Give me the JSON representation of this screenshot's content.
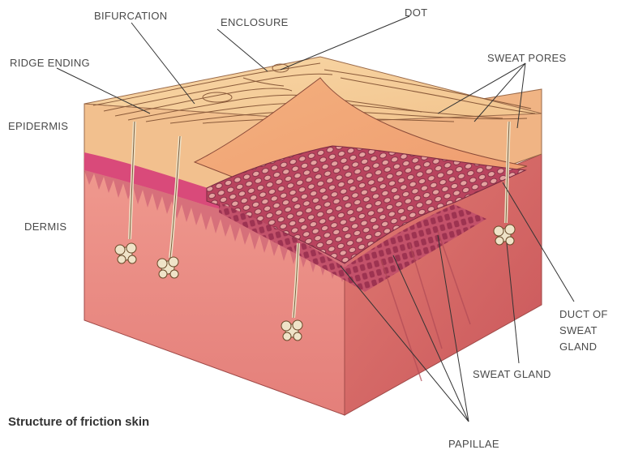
{
  "labels": {
    "bifurcation": "BIFURCATION",
    "enclosure": "ENCLOSURE",
    "dot": "DOT",
    "ridge_ending": "RIDGE ENDING",
    "sweat_pores": "SWEAT PORES",
    "epidermis": "EPIDERMIS",
    "dermis": "DERMIS",
    "duct_line1": "DUCT OF",
    "duct_line2": "SWEAT",
    "duct_line3": "GLAND",
    "sweat_gland": "SWEAT GLAND",
    "papillae": "PAPILLAE"
  },
  "caption": "Structure of friction skin",
  "colors": {
    "epidermis_top": "#f6cf9c",
    "epidermis_side": "#f0b88a",
    "dermis_front": "#e98c86",
    "dermis_side": "#d9645f",
    "papillae_band": "#d84a78",
    "cutaway": "#f1a37a"
  }
}
